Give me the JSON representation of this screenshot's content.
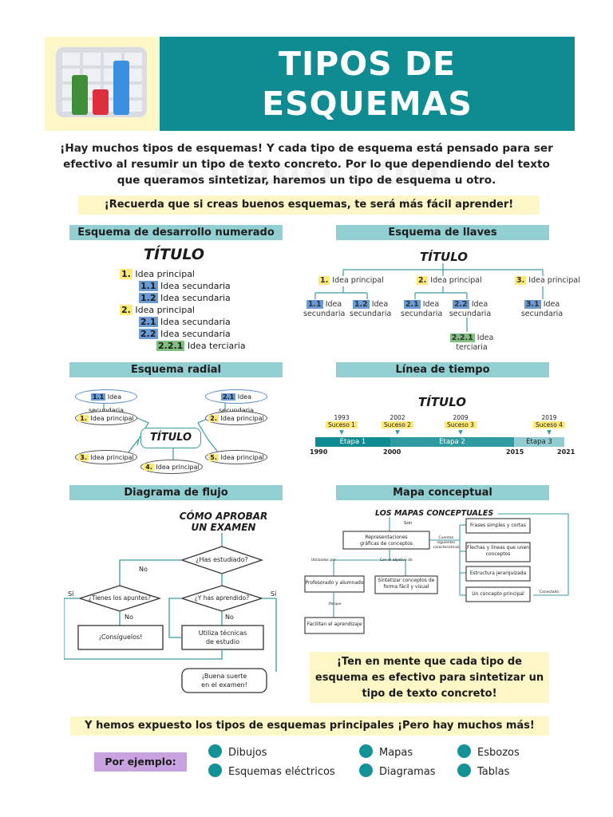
{
  "header": {
    "title_line1": "TIPOS DE",
    "title_line2": "ESQUEMAS",
    "watermark": "ESTUDIO.COM"
  },
  "intro": {
    "line1": "¡Hay muchos tipos de esquemas! Y cada tipo de esquema está pensado para ser",
    "line2": "efectivo al resumir un tipo de texto concreto. Por lo que dependiendo del texto",
    "line3": "que queramos sintetizar, haremos un tipo de esquema u otro."
  },
  "tip": "¡Recuerda que si creas buenos esquemas, te será más fácil aprender!",
  "numerado": {
    "section": "Esquema de desarrollo numerado",
    "title": "TÍTULO",
    "items": [
      {
        "num": "1.",
        "text": "Idea principal"
      },
      {
        "num": "1.1",
        "text": "Idea secundaria"
      },
      {
        "num": "1.2",
        "text": "Idea secundaria"
      },
      {
        "num": "2.",
        "text": "Idea principal"
      },
      {
        "num": "2.1",
        "text": "Idea secundaria"
      },
      {
        "num": "2.2",
        "text": "Idea secundaria"
      },
      {
        "num": "2.2.1",
        "text": "Idea terciaria"
      }
    ]
  },
  "llaves": {
    "section": "Esquema de llaves",
    "title": "TÍTULO",
    "p1_num": "1.",
    "p1": "Idea principal",
    "p2_num": "2.",
    "p2": "Idea principal",
    "p3_num": "3.",
    "p3": "Idea principal",
    "s11_num": "1.1",
    "s12_num": "1.2",
    "s21_num": "2.1",
    "s22_num": "2.2",
    "s31_num": "3.1",
    "idea": "Idea",
    "secundaria": "secundaria",
    "t221_num": "2.2.1",
    "terciaria": "terciaria"
  },
  "radial": {
    "section": "Esquema radial",
    "title": "TÍTULO",
    "n11": "1.1",
    "n21": "2.1",
    "secundaria": "Idea secundaria",
    "principal": "Idea principal",
    "n1": "1.",
    "n2": "2.",
    "n3": "3.",
    "n4": "4.",
    "n5": "5."
  },
  "tiempo": {
    "section": "Línea de tiempo",
    "title": "TÍTULO",
    "events": [
      {
        "year": "1993",
        "label": "Suceso 1"
      },
      {
        "year": "2002",
        "label": "Suceso 2"
      },
      {
        "year": "2009",
        "label": "Suceso 3"
      },
      {
        "year": "2019",
        "label": "Suceso 4"
      }
    ],
    "stages": [
      "Etapa 1",
      "Etapa 2",
      "Etapa 3"
    ],
    "ticks": [
      "1990",
      "2000",
      "2015",
      "2021"
    ]
  },
  "flujo": {
    "section": "Diagrama de flujo",
    "title1": "CÓMO APROBAR",
    "title2": "UN EXAMEN",
    "q1": "¿Has estudiado?",
    "q2": "¿Tienes los apuntes?",
    "q3": "¿Y has aprendido?",
    "no": "No",
    "si": "Sí",
    "r1": "¡Consíguelos!",
    "r2a": "Utiliza técnicas",
    "r2b": "de estudio",
    "end1": "¡Buena suerte",
    "end2": "en el examen!"
  },
  "conceptual": {
    "section": "Mapa conceptual",
    "title": "LOS MAPAS CONCEPTUALES",
    "son": "Son",
    "rep1": "Representaciones",
    "rep2": "gráficas de conceptos",
    "cuentan1": "Cuentan siguientes",
    "cuentan2": "características",
    "utilizadas": "Utilizadas por",
    "objetivo": "Con el objetivo de",
    "prof": "Profesorado y alumnado",
    "sint1": "Sintetizar conceptos de",
    "sint2": "forma fácil y visual",
    "porque": "Porque",
    "facilitan": "Facilitan el aprendizaje",
    "c1": "Frases simples y cortas",
    "c2a": "Flechas y líneas que unen",
    "c2b": "conceptos",
    "c3": "Estructura jerarquizada",
    "c4": "Un concepto principal",
    "conecta": "Conectado"
  },
  "final_note": {
    "line1": "¡Ten en mente que cada tipo de",
    "line2": "esquema es efectivo para sintetizar un",
    "line3": "tipo de texto concreto!"
  },
  "bottom": {
    "banner": "Y hemos expuesto los tipos de esquemas principales ¡Pero hay muchos más!",
    "example_label": "Por ejemplo:",
    "items": [
      "Dibujos",
      "Mapas",
      "Esbozos",
      "Esquemas eléctricos",
      "Diagramas",
      "Tablas"
    ]
  },
  "colors": {
    "teal": "#0f8c91",
    "section_bg": "#92cfd3",
    "highlight_yellow": "#fdf6c6",
    "num_yellow": "#fde978",
    "num_blue": "#6a9bd5",
    "num_green": "#7fbf7f",
    "purple": "#c9a2e0"
  }
}
